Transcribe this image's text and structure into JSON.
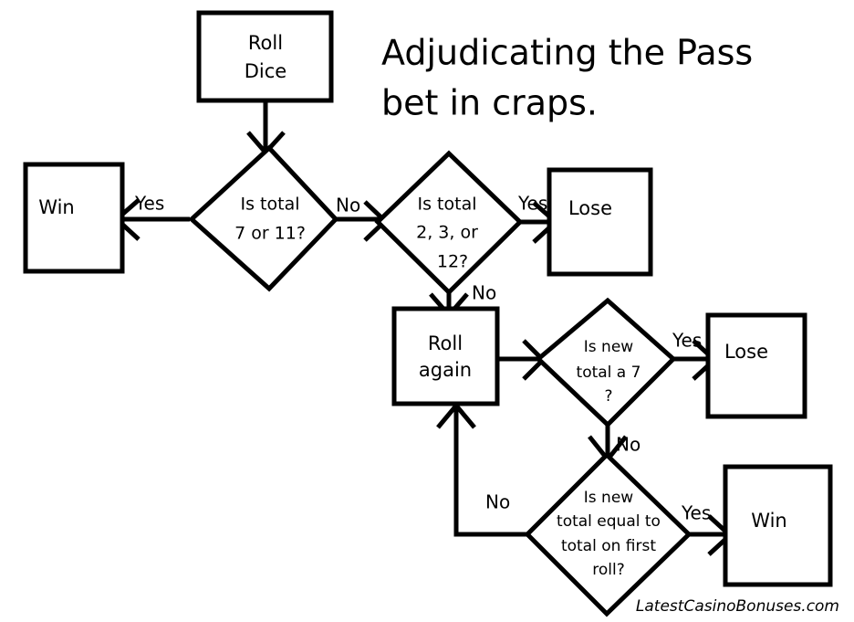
{
  "diagram": {
    "title_line1": "Adjudicating the Pass",
    "title_line2": "bet in craps.",
    "watermark": "LatestCasinoBonuses.com",
    "type": "flowchart",
    "background_color": "#ffffff",
    "stroke_color": "#000000"
  },
  "nodes": {
    "roll_dice": {
      "label_line1": "Roll",
      "label_line2": "Dice",
      "shape": "rectangle"
    },
    "win_top": {
      "label": "Win",
      "shape": "rectangle"
    },
    "decision_7_or_11": {
      "label_line1": "Is total",
      "label_line2": "7 or 11?",
      "shape": "diamond"
    },
    "decision_2_3_12": {
      "label_line1": "Is total",
      "label_line2": "2, 3, or",
      "label_line3": "12?",
      "shape": "diamond"
    },
    "lose_top": {
      "label": "Lose",
      "shape": "rectangle"
    },
    "roll_again": {
      "label_line1": "Roll",
      "label_line2": "again",
      "shape": "rectangle"
    },
    "decision_new_total_7": {
      "label_line1": "Is new",
      "label_line2": "total a 7",
      "label_line3": "?",
      "shape": "diamond"
    },
    "lose_mid": {
      "label": "Lose",
      "shape": "rectangle"
    },
    "decision_equal_first": {
      "label_line1": "Is new",
      "label_line2": "total equal to",
      "label_line3": "total on first",
      "label_line4": "roll?",
      "shape": "diamond"
    },
    "win_bottom": {
      "label": "Win",
      "shape": "rectangle"
    }
  },
  "edges": {
    "roll_dice_to_d1": {
      "label": ""
    },
    "d1_yes_to_win": {
      "label": "Yes"
    },
    "d1_no_to_d2": {
      "label": "No"
    },
    "d2_yes_to_lose": {
      "label": "Yes"
    },
    "d2_no_to_roll_again": {
      "label": "No"
    },
    "roll_again_to_d3": {
      "label": ""
    },
    "d3_yes_to_lose": {
      "label": "Yes"
    },
    "d3_no_to_d4": {
      "label": "No"
    },
    "d4_yes_to_win": {
      "label": "Yes"
    },
    "d4_no_to_roll_again": {
      "label": "No"
    }
  }
}
